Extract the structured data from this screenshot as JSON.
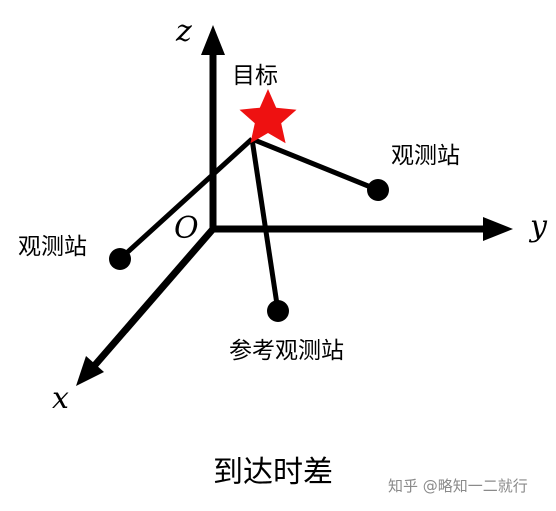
{
  "axes": {
    "x_label": "x",
    "y_label": "y",
    "z_label": "z",
    "origin_label": "O"
  },
  "target": {
    "label": "目标",
    "color": "#ee1111"
  },
  "stations": {
    "station_right_label": "观测站",
    "station_left_label": "观测站",
    "reference_label": "参考观测站"
  },
  "caption": "到达时差",
  "watermark": "知乎 @略知一二就行",
  "colors": {
    "line": "#000000",
    "star": "#ee1111",
    "watermark": "#8a8a8a"
  }
}
